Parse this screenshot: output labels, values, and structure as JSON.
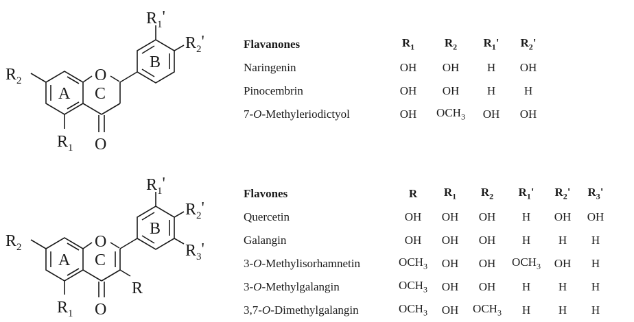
{
  "structures": {
    "flavanone": {
      "labels": {
        "r1": "R",
        "r1_sub": "1",
        "r2": "R",
        "r2_sub": "2",
        "r1p": "R",
        "r1p_sub": "1",
        "r1p_prime": "'",
        "r2p": "R",
        "r2p_sub": "2",
        "r2p_prime": "'",
        "o_ring": "O",
        "o_carbonyl": "O",
        "ring_a": "A",
        "ring_b": "B",
        "ring_c": "C"
      }
    },
    "flavone": {
      "labels": {
        "r": "R",
        "r1": "R",
        "r1_sub": "1",
        "r2": "R",
        "r2_sub": "2",
        "r1p": "R",
        "r1p_sub": "1",
        "r1p_prime": "'",
        "r2p": "R",
        "r2p_sub": "2",
        "r2p_prime": "'",
        "r3p": "R",
        "r3p_sub": "3",
        "r3p_prime": "'",
        "o_ring": "O",
        "o_carbonyl": "O",
        "ring_a": "A",
        "ring_b": "B",
        "ring_c": "C"
      }
    }
  },
  "flavanones": {
    "header": {
      "title": "Flavanones",
      "cols": [
        {
          "base": "R",
          "sub": "1",
          "prime": ""
        },
        {
          "base": "R",
          "sub": "2",
          "prime": ""
        },
        {
          "base": "R",
          "sub": "1",
          "prime": "'"
        },
        {
          "base": "R",
          "sub": "2",
          "prime": "'"
        }
      ]
    },
    "rows": [
      {
        "name": [
          {
            "t": "Naringenin"
          }
        ],
        "values": [
          [
            {
              "t": "OH"
            }
          ],
          [
            {
              "t": "OH"
            }
          ],
          [
            {
              "t": "H"
            }
          ],
          [
            {
              "t": "OH"
            }
          ]
        ]
      },
      {
        "name": [
          {
            "t": "Pinocembrin"
          }
        ],
        "values": [
          [
            {
              "t": "OH"
            }
          ],
          [
            {
              "t": "OH"
            }
          ],
          [
            {
              "t": "H"
            }
          ],
          [
            {
              "t": "H"
            }
          ]
        ]
      },
      {
        "name": [
          {
            "t": "7-"
          },
          {
            "t": "O",
            "i": true
          },
          {
            "t": "-Methyleriodictyol"
          }
        ],
        "values": [
          [
            {
              "t": "OH"
            }
          ],
          [
            {
              "t": "OCH"
            },
            {
              "t": "3",
              "sub": true
            }
          ],
          [
            {
              "t": "OH"
            }
          ],
          [
            {
              "t": "OH"
            }
          ]
        ]
      }
    ]
  },
  "flavones": {
    "header": {
      "title": "Flavones",
      "cols": [
        {
          "base": "R",
          "sub": "",
          "prime": ""
        },
        {
          "base": "R",
          "sub": "1",
          "prime": ""
        },
        {
          "base": "R",
          "sub": "2",
          "prime": ""
        },
        {
          "base": "R",
          "sub": "1",
          "prime": "'"
        },
        {
          "base": "R",
          "sub": "2",
          "prime": "'"
        },
        {
          "base": "R",
          "sub": "3",
          "prime": "'"
        }
      ]
    },
    "rows": [
      {
        "name": [
          {
            "t": "Quercetin"
          }
        ],
        "values": [
          [
            {
              "t": "OH"
            }
          ],
          [
            {
              "t": "OH"
            }
          ],
          [
            {
              "t": "OH"
            }
          ],
          [
            {
              "t": "H"
            }
          ],
          [
            {
              "t": "OH"
            }
          ],
          [
            {
              "t": "OH"
            }
          ]
        ]
      },
      {
        "name": [
          {
            "t": "Galangin"
          }
        ],
        "values": [
          [
            {
              "t": "OH"
            }
          ],
          [
            {
              "t": "OH"
            }
          ],
          [
            {
              "t": "OH"
            }
          ],
          [
            {
              "t": "H"
            }
          ],
          [
            {
              "t": "H"
            }
          ],
          [
            {
              "t": "H"
            }
          ]
        ]
      },
      {
        "name": [
          {
            "t": "3-"
          },
          {
            "t": "O",
            "i": true
          },
          {
            "t": "-Methylisorhamnetin"
          }
        ],
        "values": [
          [
            {
              "t": "OCH"
            },
            {
              "t": "3",
              "sub": true
            }
          ],
          [
            {
              "t": "OH"
            }
          ],
          [
            {
              "t": "OH"
            }
          ],
          [
            {
              "t": "OCH"
            },
            {
              "t": "3",
              "sub": true
            }
          ],
          [
            {
              "t": "OH"
            }
          ],
          [
            {
              "t": "H"
            }
          ]
        ]
      },
      {
        "name": [
          {
            "t": "3-"
          },
          {
            "t": "O",
            "i": true
          },
          {
            "t": "-Methylgalangin"
          }
        ],
        "values": [
          [
            {
              "t": "OCH"
            },
            {
              "t": "3",
              "sub": true
            }
          ],
          [
            {
              "t": "OH"
            }
          ],
          [
            {
              "t": "OH"
            }
          ],
          [
            {
              "t": "H"
            }
          ],
          [
            {
              "t": "H"
            }
          ],
          [
            {
              "t": "H"
            }
          ]
        ]
      },
      {
        "name": [
          {
            "t": "3,7-"
          },
          {
            "t": "O",
            "i": true
          },
          {
            "t": "-Dimethylgalangin"
          }
        ],
        "values": [
          [
            {
              "t": "OCH"
            },
            {
              "t": "3",
              "sub": true
            }
          ],
          [
            {
              "t": "OH"
            }
          ],
          [
            {
              "t": "OCH"
            },
            {
              "t": "3",
              "sub": true
            }
          ],
          [
            {
              "t": "H"
            }
          ],
          [
            {
              "t": "H"
            }
          ],
          [
            {
              "t": "H"
            }
          ]
        ]
      }
    ]
  }
}
